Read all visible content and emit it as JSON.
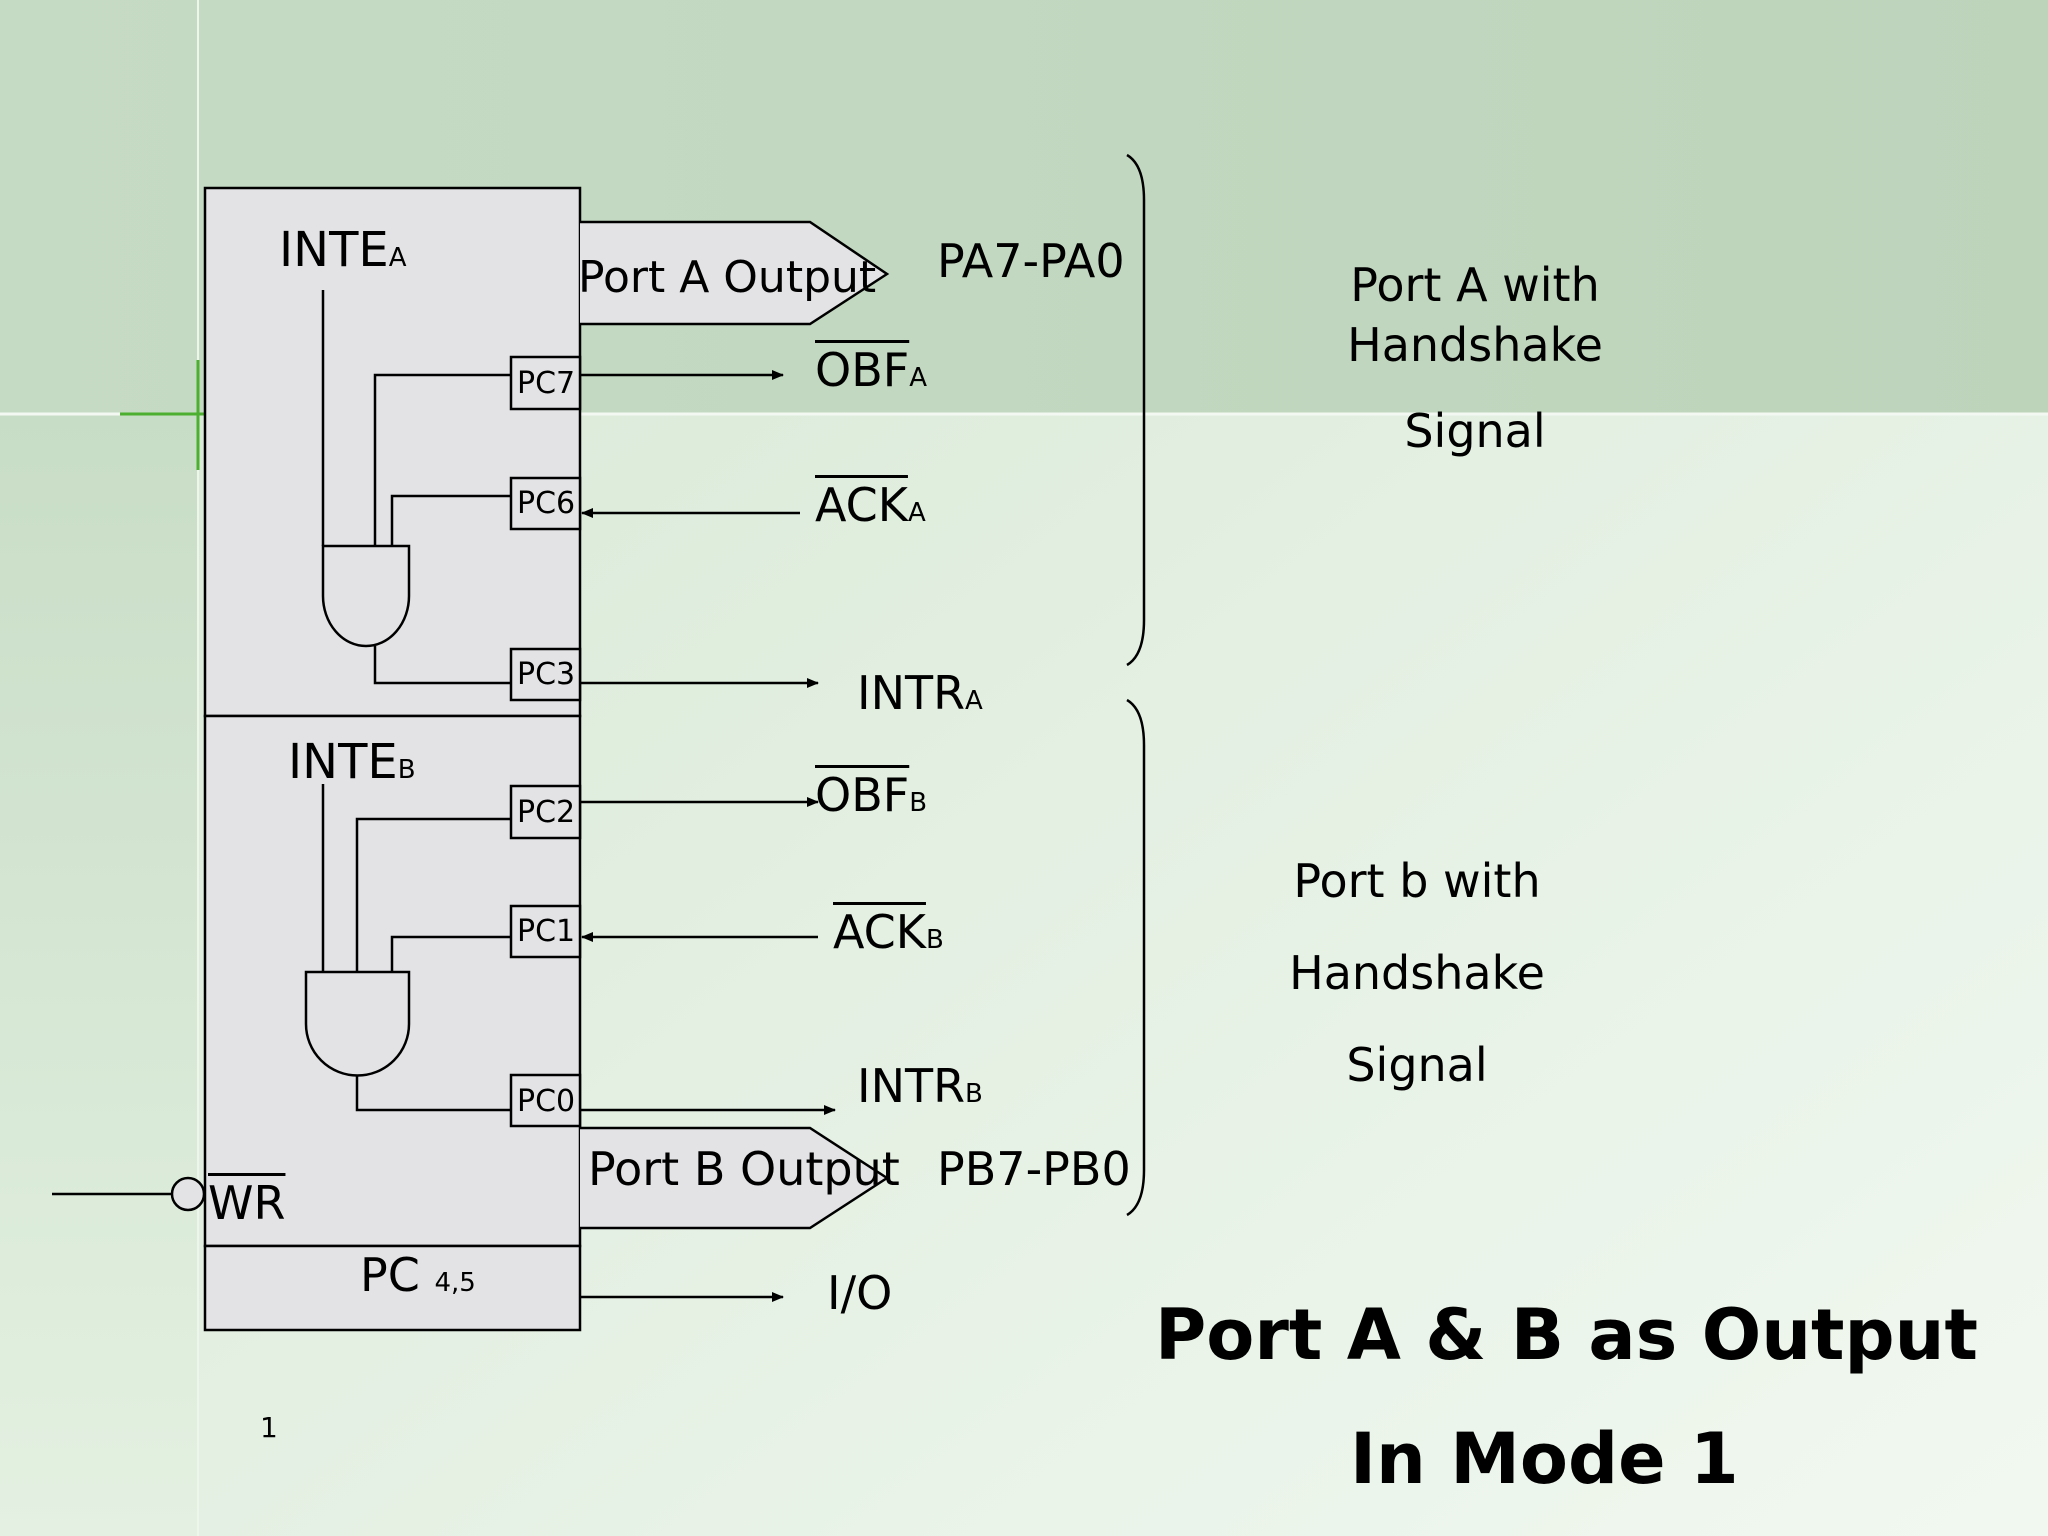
{
  "block_a": {
    "inte": "INTE",
    "inte_sub": "A"
  },
  "block_b": {
    "inte": "INTE",
    "inte_sub": "B"
  },
  "pins": {
    "pc7": "PC7",
    "pc6": "PC6",
    "pc3": "PC3",
    "pc2": "PC2",
    "pc1": "PC1",
    "pc0": "PC0"
  },
  "port_a_output": "Port A Output",
  "port_b_output": "Port B Output",
  "pa_range": "PA7-PA0",
  "pb_range": "PB7-PB0",
  "signals": {
    "obf_a": "OBF",
    "obf_a_sub": "A",
    "ack_a": "ACK",
    "ack_a_sub": "A",
    "intr_a": "INTR",
    "intr_a_sub": "A",
    "obf_b": "OBF",
    "obf_b_sub": "B",
    "ack_b": "ACK",
    "ack_b_sub": "B",
    "intr_b": "INTR",
    "intr_b_sub": "B",
    "wr": "WR",
    "pc45": "PC",
    "pc45_sub": "4,5",
    "io": "I/O"
  },
  "side_a": {
    "line1": "Port A with",
    "line2": "Handshake",
    "line3": "Signal"
  },
  "side_b": {
    "line1": "Port b with",
    "line2": "Handshake",
    "line3": "Signal"
  },
  "title": {
    "line1": "Port A & B  as Output",
    "line2": "In Mode 1"
  },
  "slide_number": "1",
  "colors": {
    "bg_top": "#c4d9c2",
    "bg_bottom": "#e6f1e4",
    "block_fill": "#e3e3e6",
    "accent_green": "#4caf2f"
  }
}
